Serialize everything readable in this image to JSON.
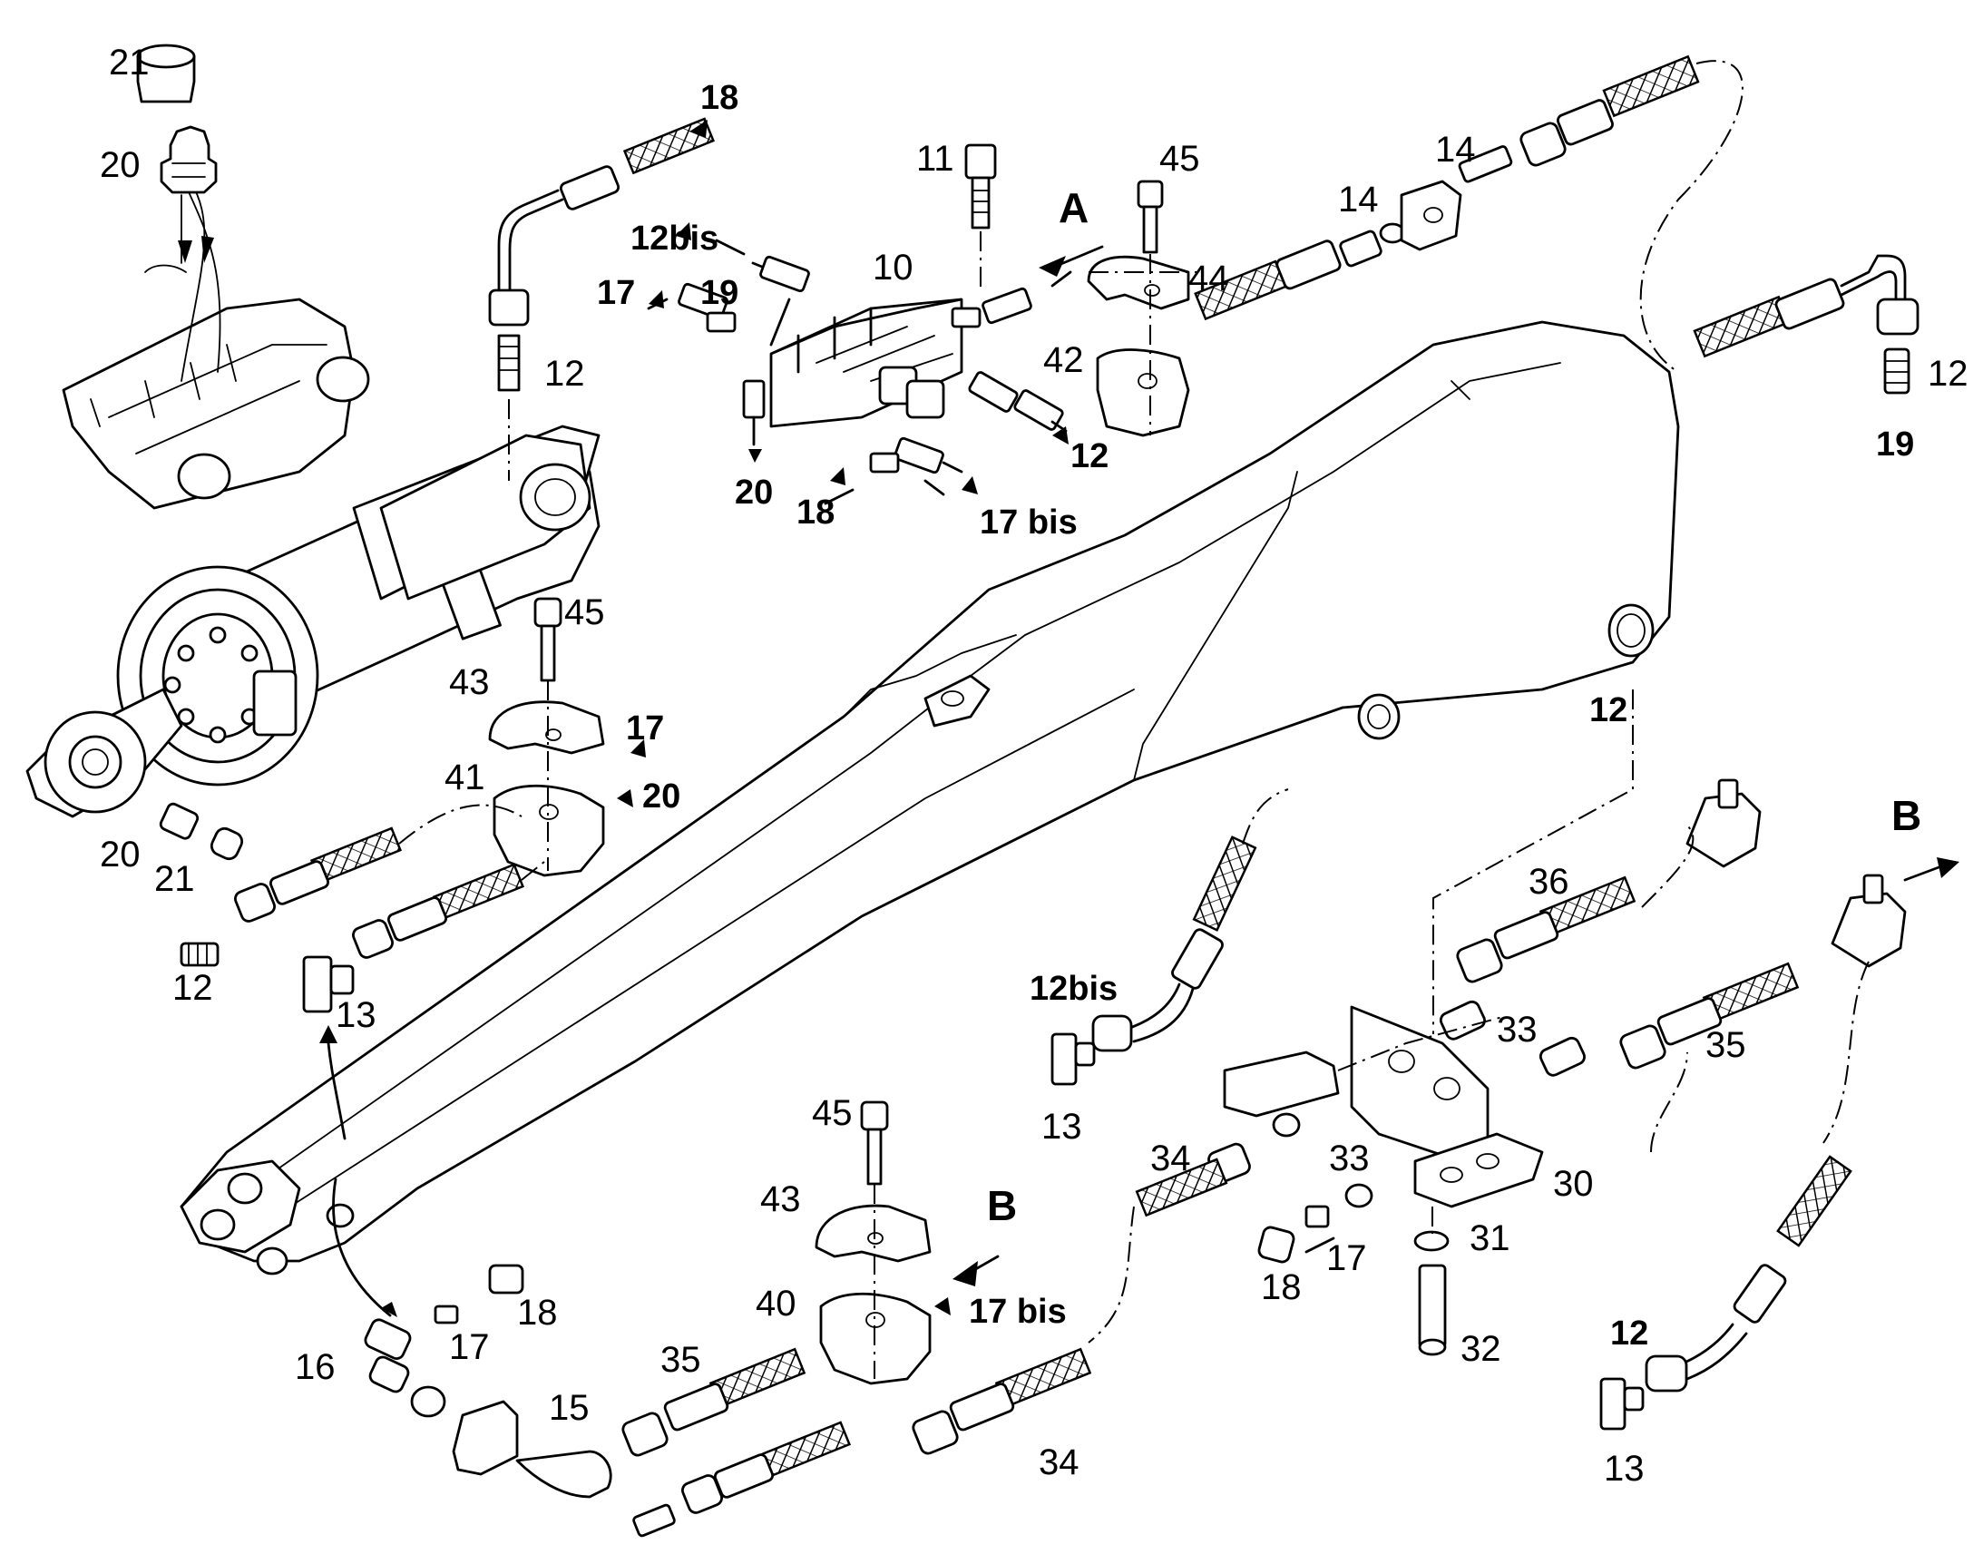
{
  "diagram": {
    "callouts": [
      {
        "id": "c21a",
        "text": "21",
        "style": "normal"
      },
      {
        "id": "c20a",
        "text": "20",
        "style": "normal"
      },
      {
        "id": "c18a",
        "text": "18",
        "style": "bold"
      },
      {
        "id": "c12a",
        "text": "12",
        "style": "normal"
      },
      {
        "id": "c11",
        "text": "11",
        "style": "normal"
      },
      {
        "id": "cA",
        "text": "A",
        "style": "letter"
      },
      {
        "id": "c12bisA",
        "text": "12bis",
        "style": "bold"
      },
      {
        "id": "c10",
        "text": "10",
        "style": "normal"
      },
      {
        "id": "c17a",
        "text": "17",
        "style": "bold"
      },
      {
        "id": "c19a",
        "text": "19",
        "style": "bold"
      },
      {
        "id": "c20b",
        "text": "20",
        "style": "bold"
      },
      {
        "id": "c18b",
        "text": "18",
        "style": "bold"
      },
      {
        "id": "c17bisA",
        "text": "17 bis",
        "style": "bold"
      },
      {
        "id": "c12b",
        "text": "12",
        "style": "bold"
      },
      {
        "id": "c45a",
        "text": "45",
        "style": "normal"
      },
      {
        "id": "c44",
        "text": "44",
        "style": "normal"
      },
      {
        "id": "c42",
        "text": "42",
        "style": "normal"
      },
      {
        "id": "c14a",
        "text": "14",
        "style": "normal"
      },
      {
        "id": "c14b",
        "text": "14",
        "style": "normal"
      },
      {
        "id": "c12c",
        "text": "12",
        "style": "normal"
      },
      {
        "id": "c19b",
        "text": "19",
        "style": "bold"
      },
      {
        "id": "c45b",
        "text": "45",
        "style": "normal"
      },
      {
        "id": "c43a",
        "text": "43",
        "style": "normal"
      },
      {
        "id": "c17b",
        "text": "17",
        "style": "bold"
      },
      {
        "id": "c41",
        "text": "41",
        "style": "normal"
      },
      {
        "id": "c20c",
        "text": "20",
        "style": "bold"
      },
      {
        "id": "c20d",
        "text": "20",
        "style": "normal"
      },
      {
        "id": "c21b",
        "text": "21",
        "style": "normal"
      },
      {
        "id": "c12d",
        "text": "12",
        "style": "normal"
      },
      {
        "id": "c13a",
        "text": "13",
        "style": "normal"
      },
      {
        "id": "c12e",
        "text": "12",
        "style": "bold"
      },
      {
        "id": "cB1",
        "text": "B",
        "style": "letter"
      },
      {
        "id": "c36",
        "text": "36",
        "style": "normal"
      },
      {
        "id": "c12bisB",
        "text": "12bis",
        "style": "bold"
      },
      {
        "id": "c13b",
        "text": "13",
        "style": "normal"
      },
      {
        "id": "c33a",
        "text": "33",
        "style": "normal"
      },
      {
        "id": "c35a",
        "text": "35",
        "style": "normal"
      },
      {
        "id": "c34a",
        "text": "34",
        "style": "normal"
      },
      {
        "id": "c33b",
        "text": "33",
        "style": "normal"
      },
      {
        "id": "c30",
        "text": "30",
        "style": "normal"
      },
      {
        "id": "c31",
        "text": "31",
        "style": "normal"
      },
      {
        "id": "c17c",
        "text": "17",
        "style": "normal"
      },
      {
        "id": "c18c",
        "text": "18",
        "style": "normal"
      },
      {
        "id": "c32",
        "text": "32",
        "style": "normal"
      },
      {
        "id": "c45c",
        "text": "45",
        "style": "normal"
      },
      {
        "id": "c43b",
        "text": "43",
        "style": "normal"
      },
      {
        "id": "cB2",
        "text": "B",
        "style": "letter"
      },
      {
        "id": "c40",
        "text": "40",
        "style": "normal"
      },
      {
        "id": "c17bisB",
        "text": "17 bis",
        "style": "bold"
      },
      {
        "id": "c35b",
        "text": "35",
        "style": "normal"
      },
      {
        "id": "c18d",
        "text": "18",
        "style": "normal"
      },
      {
        "id": "c17d",
        "text": "17",
        "style": "normal"
      },
      {
        "id": "c16",
        "text": "16",
        "style": "normal"
      },
      {
        "id": "c15",
        "text": "15",
        "style": "normal"
      },
      {
        "id": "c34b",
        "text": "34",
        "style": "normal"
      },
      {
        "id": "c12f",
        "text": "12",
        "style": "bold"
      },
      {
        "id": "c13c",
        "text": "13",
        "style": "normal"
      }
    ]
  }
}
